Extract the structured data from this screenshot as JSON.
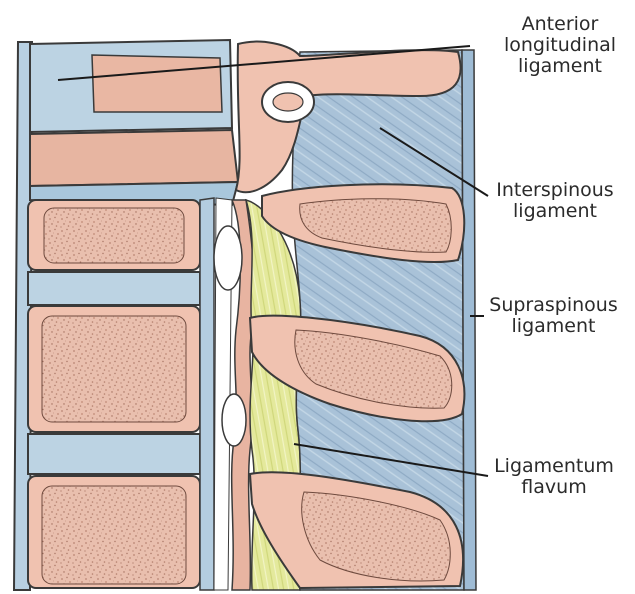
{
  "labels": {
    "anterior_longitudinal": [
      "Anterior",
      "longitudinal",
      "ligament"
    ],
    "interspinous": [
      "Interspinous",
      "ligament"
    ],
    "supraspinous": [
      "Supraspinous",
      "ligament"
    ],
    "ligamentum_flavum": [
      "Ligamentum",
      "flavum"
    ]
  },
  "colors": {
    "bone_cortex": "#f0c2b0",
    "bone_marrow": "#e7b8a6",
    "disc": "#b9d2e1",
    "ligament_blue": "#a9c6dc",
    "ligamentum_flavum": "#e6ea9e",
    "outline": "#3a3a3a"
  }
}
